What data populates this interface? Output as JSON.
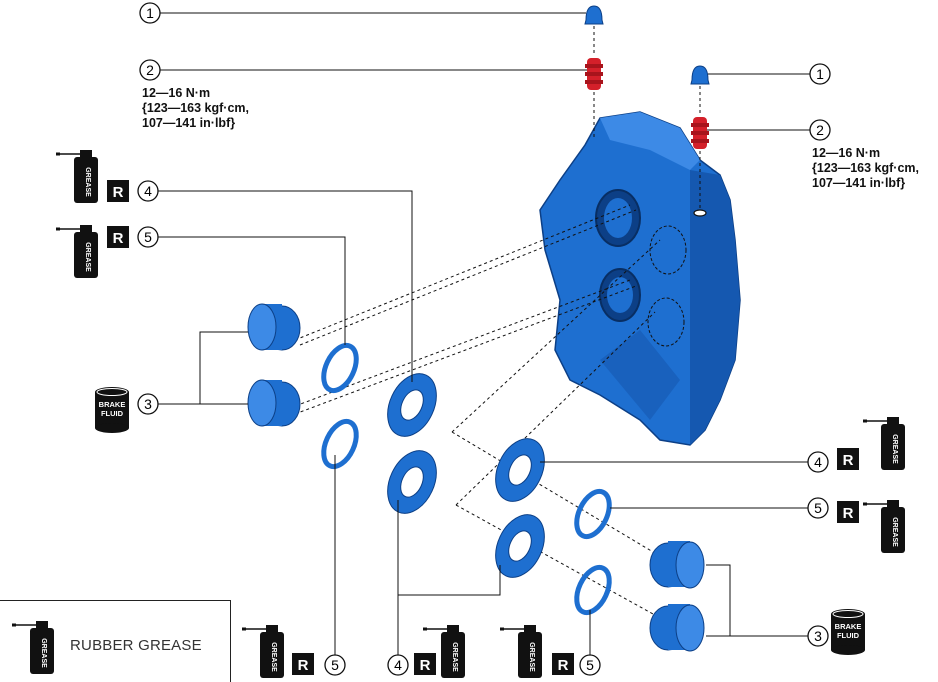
{
  "callouts": {
    "n1": "1",
    "n2": "2",
    "n3": "3",
    "n4": "4",
    "n5": "5"
  },
  "torque_spec": {
    "line1": "12—16 N·m",
    "line2": "{123—163 kgf·cm,",
    "line3": "107—141 in·lbf}"
  },
  "badges": {
    "replace": "R"
  },
  "can_labels": {
    "grease": "GREASE",
    "brake_fluid_1": "BRAKE",
    "brake_fluid_2": "FLUID"
  },
  "legend": {
    "label": "RUBBER GREASE"
  },
  "colors": {
    "part_blue": "#1e6fd0",
    "part_dark": "#0c3f86",
    "valve_red": "#d4202a"
  }
}
